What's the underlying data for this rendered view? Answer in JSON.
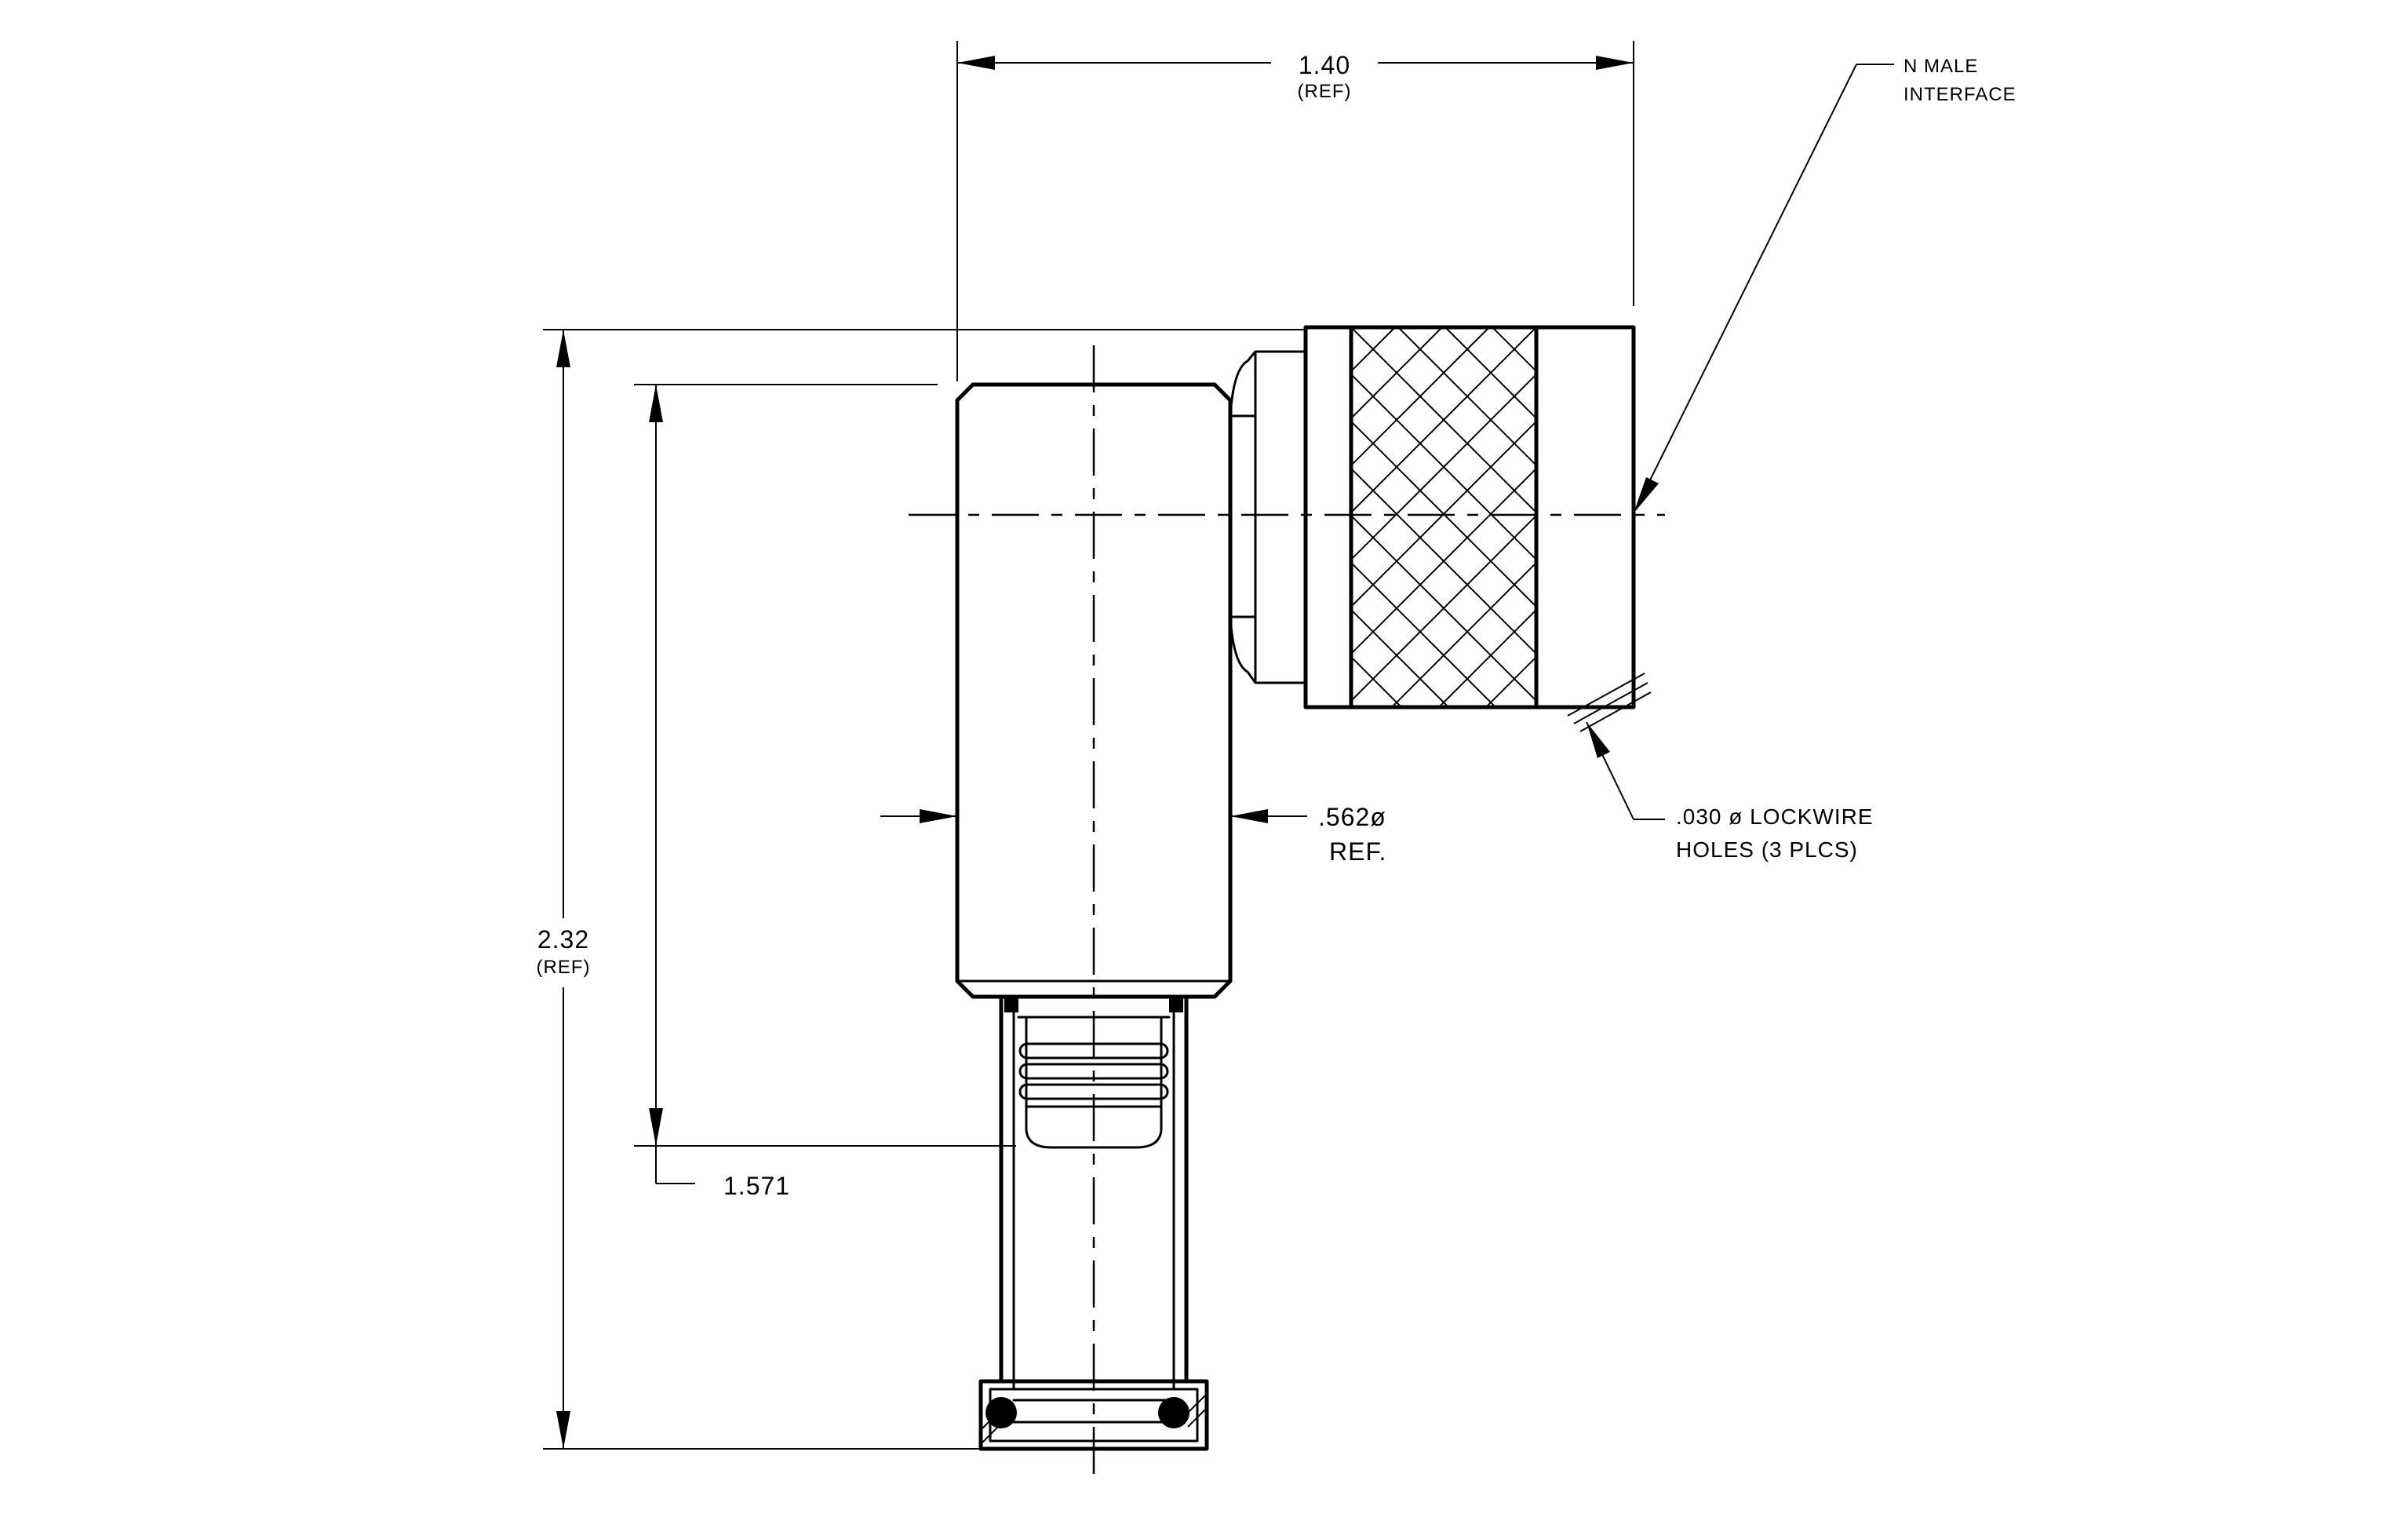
{
  "dimensions": {
    "width": {
      "value": "1.40",
      "note": "(REF)"
    },
    "height": {
      "value": "2.32",
      "note": "(REF)"
    },
    "length": {
      "value": "1.571"
    },
    "diameter": {
      "value": ".562ø",
      "note": "REF."
    }
  },
  "callouts": {
    "interface": {
      "line1": "N  MALE",
      "line2": "INTERFACE"
    },
    "lockwire": {
      "line1": ".030  ø  LOCKWIRE",
      "line2": "HOLES (3 PLCS)"
    }
  }
}
